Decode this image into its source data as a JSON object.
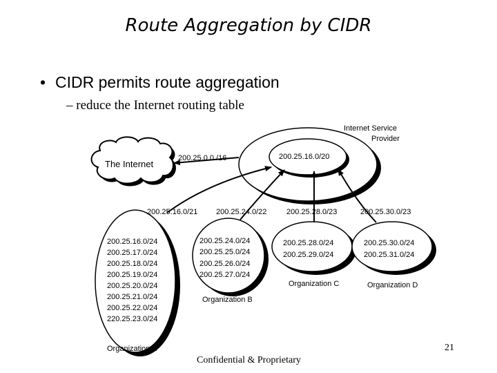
{
  "slide": {
    "title": "Route Aggregation by CIDR",
    "bullet": "CIDR permits route aggregation",
    "subbullet": "– reduce the Internet routing table",
    "footer": "Confidential & Proprietary",
    "page_number": "21"
  },
  "diagram": {
    "internet_label": "The Internet",
    "isp_label_line1": "Internet Service",
    "isp_label_line2": "Provider",
    "isp_prefix": "200.25.16.0/20",
    "internet_route": "200.25.0.0./16",
    "aggregates": {
      "org_a": "200.25.16.0/21",
      "org_b": "200.25.24.0/22",
      "org_c": "200.25.28.0/23",
      "org_d": "200.25.30.0/23"
    },
    "org_a": {
      "label": "Organization A",
      "prefixes": [
        "200.25.16.0/24",
        "200.25.17.0/24",
        "200.25.18.0/24",
        "200.25.19.0/24",
        "200.25.20.0/24",
        "200.25.21.0/24",
        "200.25.22.0/24",
        "220.25.23.0/24"
      ]
    },
    "org_b": {
      "label": "Organization B",
      "prefixes": [
        "200.25.24.0/24",
        "200.25.25.0/24",
        "200.25.26.0/24",
        "200.25.27.0/24"
      ]
    },
    "org_c": {
      "label": "Organization C",
      "prefixes": [
        "200.25.28.0/24",
        "200.25.29.0/24"
      ]
    },
    "org_d": {
      "label": "Organization D",
      "prefixes": [
        "200.25.30.0/24",
        "200.25.31.0/24"
      ]
    }
  }
}
